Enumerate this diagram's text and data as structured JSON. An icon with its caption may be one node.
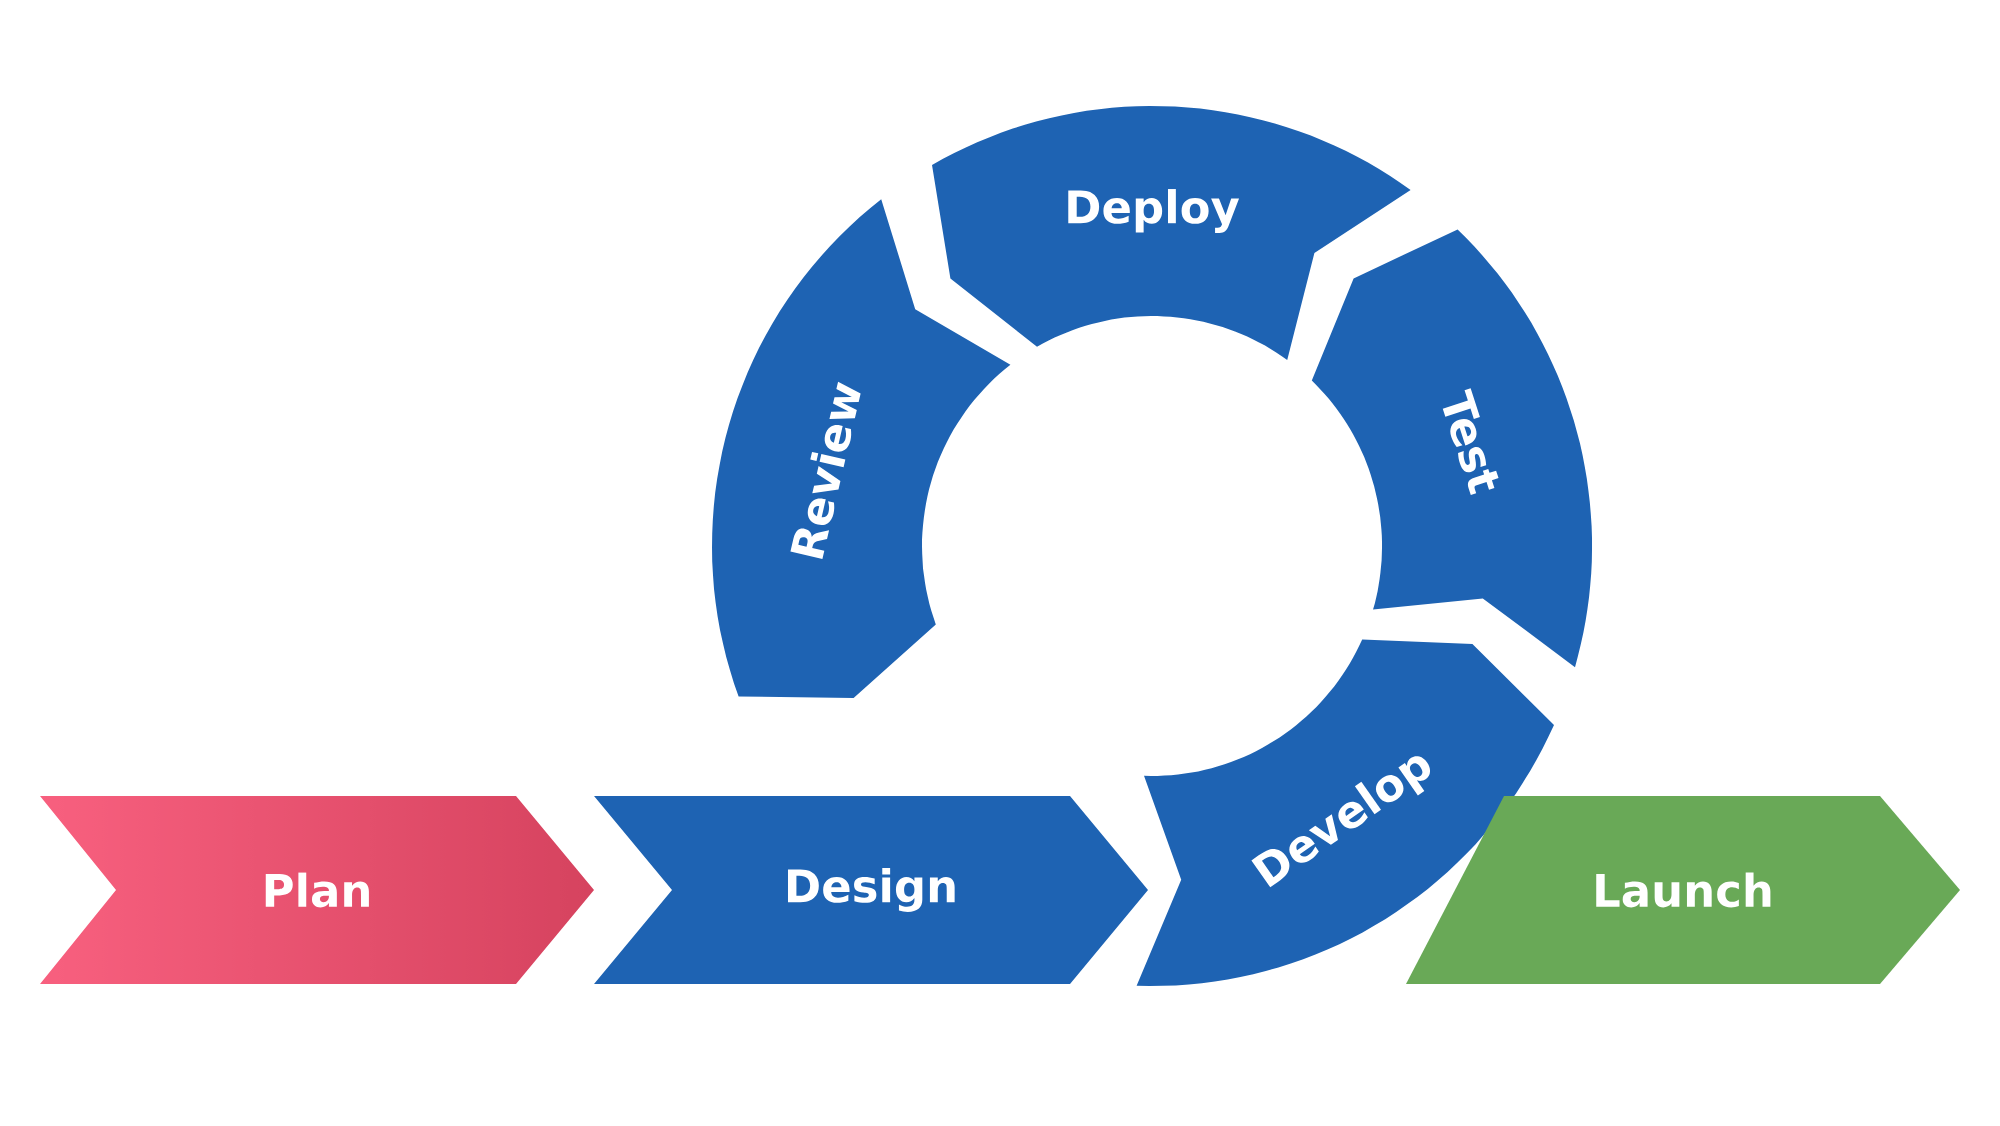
{
  "diagram": {
    "nodes": [
      {
        "text": [
          "Plan"
        ]
      },
      {
        "text": [
          "Design"
        ]
      },
      {
        "text": [
          "Develop"
        ]
      },
      {
        "text": [
          "Test"
        ]
      },
      {
        "text": [
          "Deploy"
        ]
      },
      {
        "text": [
          "Review"
        ]
      },
      {
        "text": [
          "Launch"
        ]
      }
    ]
  }
}
